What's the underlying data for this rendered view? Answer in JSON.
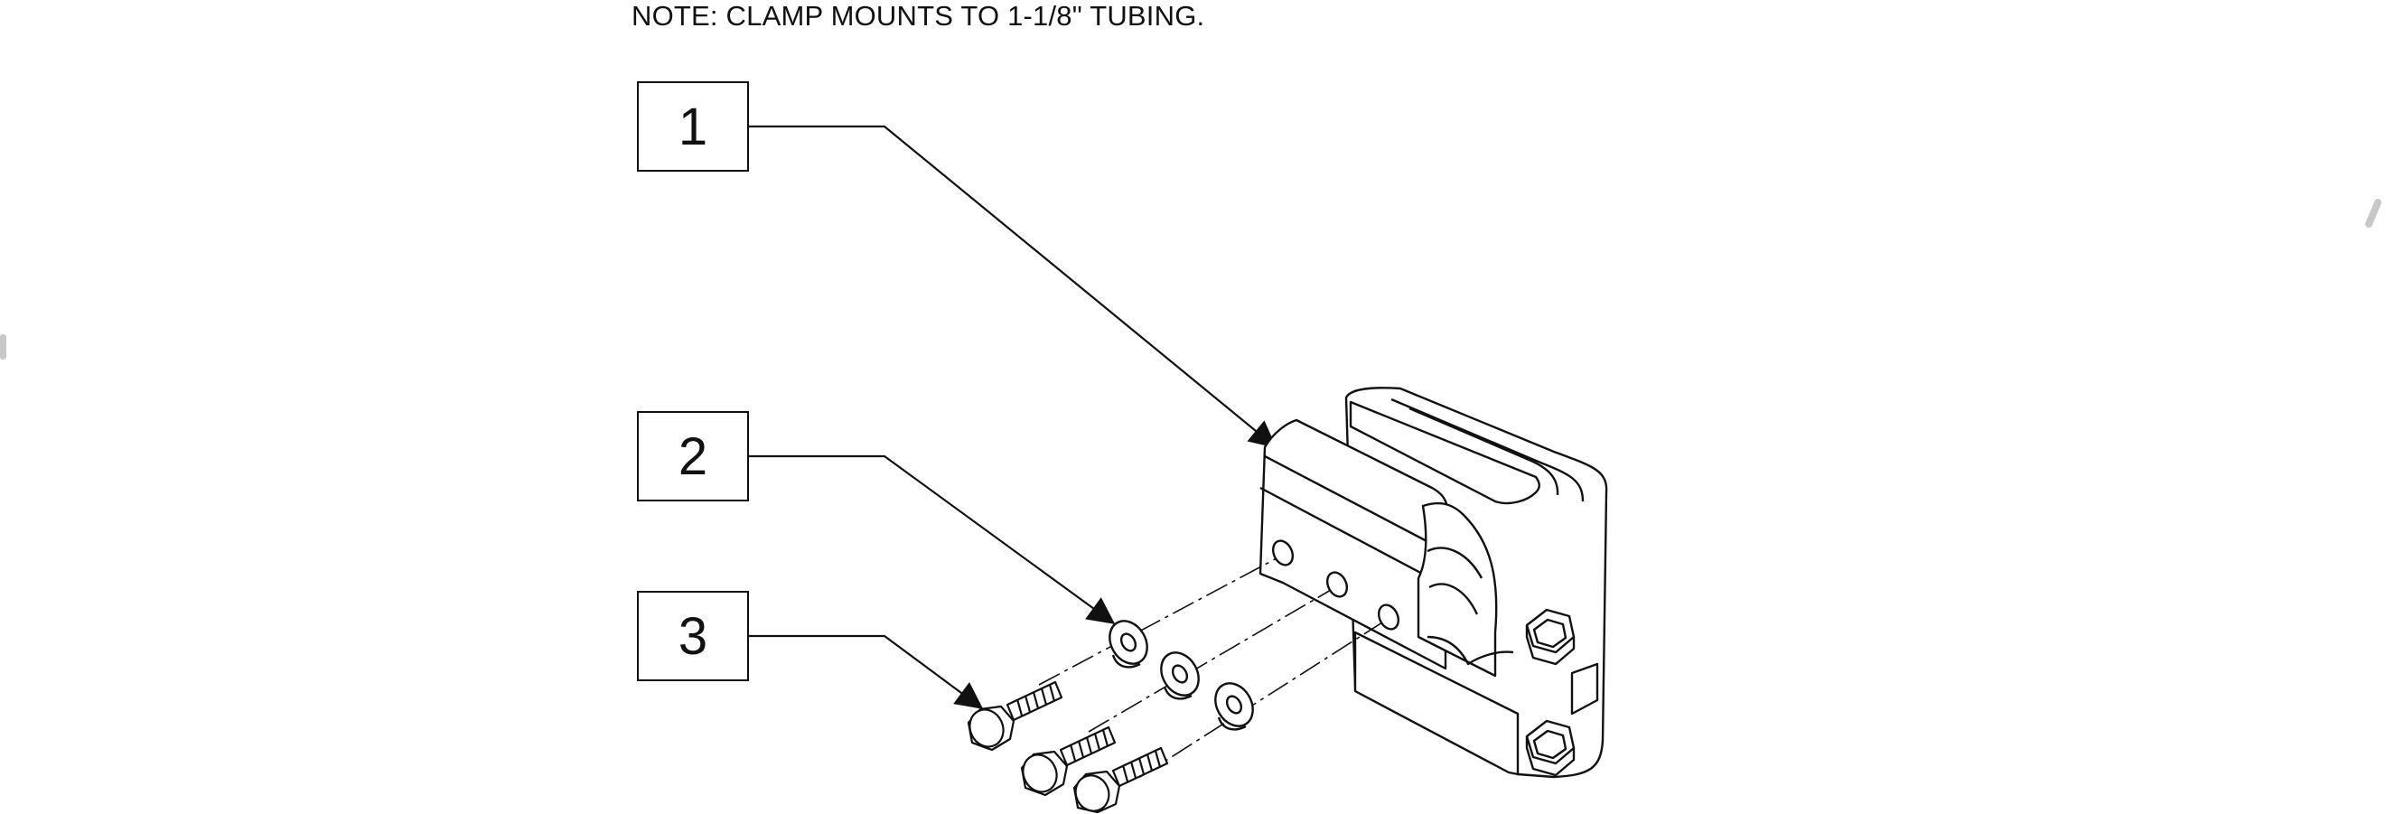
{
  "note": "NOTE: CLAMP MOUNTS TO 1-1/8\" TUBING.",
  "callouts": [
    {
      "number": "1",
      "part": "clamp"
    },
    {
      "number": "2",
      "part": "washer"
    },
    {
      "number": "3",
      "part": "hex-bolt"
    }
  ],
  "colors": {
    "line": "#111111",
    "background": "#ffffff"
  }
}
